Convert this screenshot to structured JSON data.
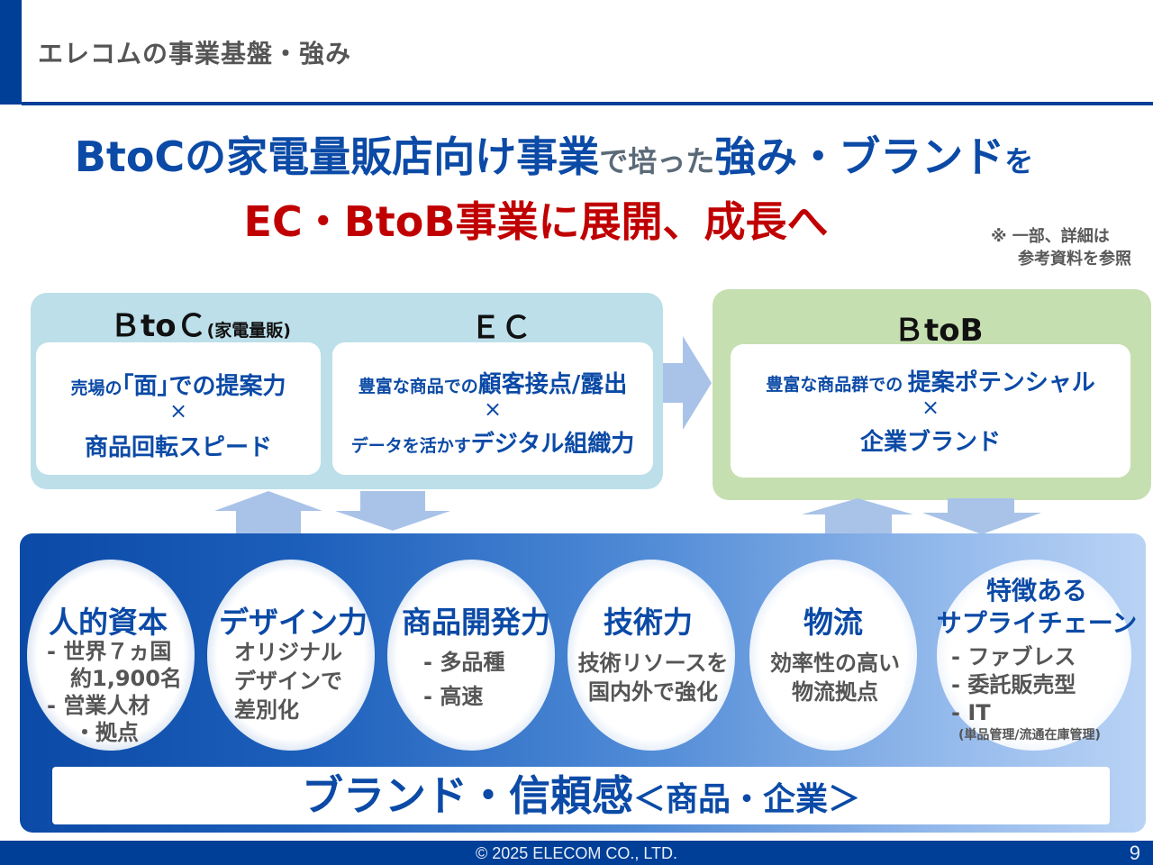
{
  "header": {
    "title": "エレコムの事業基盤・強み"
  },
  "headline": {
    "part1": "BtoCの家電量販店向け事業",
    "part2": "で培った",
    "part3": "強み・ブランド",
    "part4": "を",
    "line2": "EC・BtoB事業に展開、成長へ"
  },
  "note": {
    "line1": "※ 一部、詳細は",
    "line2": "参考資料を参照"
  },
  "btoc": {
    "title": "ＢtoＣ",
    "title_sub": "(家電量販)",
    "box_line1_pre": "売場の",
    "box_line1_main": "｢面｣での提案力",
    "cross": "×",
    "box_line2": "商品回転スピード"
  },
  "ec": {
    "title": "ＥＣ",
    "box_line1_pre": "豊富な商品での",
    "box_line1_main": "顧客接点/露出",
    "cross": "×",
    "box_line2_pre": "データを活かす",
    "box_line2_main": "デジタル組織力"
  },
  "btob": {
    "title": "ＢtoB",
    "box_line1_pre": "豊富な商品群での",
    "box_line1_main": "提案ポテンシャル",
    "cross": "×",
    "box_line2": "企業ブランド"
  },
  "strengths": [
    {
      "title": "人的資本",
      "lines": [
        "- 世界７ヵ国",
        "約1,900名",
        "- 営業人材",
        "・拠点"
      ]
    },
    {
      "title": "デザイン力",
      "lines": [
        "オリジナル",
        "デザインで",
        "差別化"
      ]
    },
    {
      "title": "商品開発力",
      "lines": [
        "- 多品種",
        "- 高速"
      ]
    },
    {
      "title": "技術力",
      "lines": [
        "技術リソースを",
        "国内外で強化"
      ]
    },
    {
      "title": "物流",
      "lines": [
        "効率性の高い",
        "物流拠点"
      ]
    },
    {
      "title": "特徴ある",
      "title2": "サプライチェーン",
      "lines": [
        "- ファブレス",
        "- 委託販売型",
        "- IT",
        "(単品管理/流通在庫管理)"
      ]
    }
  ],
  "brand": {
    "main": "ブランド・信頼感",
    "sub": "＜商品・企業＞"
  },
  "footer": {
    "copyright": "© 2025 ELECOM CO., LTD.",
    "page": "9"
  },
  "colors": {
    "navy": "#003f98",
    "blue_text": "#0b4aa6",
    "red": "#c00000",
    "panel_blue": "#bcdfea",
    "panel_green": "#c6dfb0",
    "arrow": "#a9c3e8"
  }
}
